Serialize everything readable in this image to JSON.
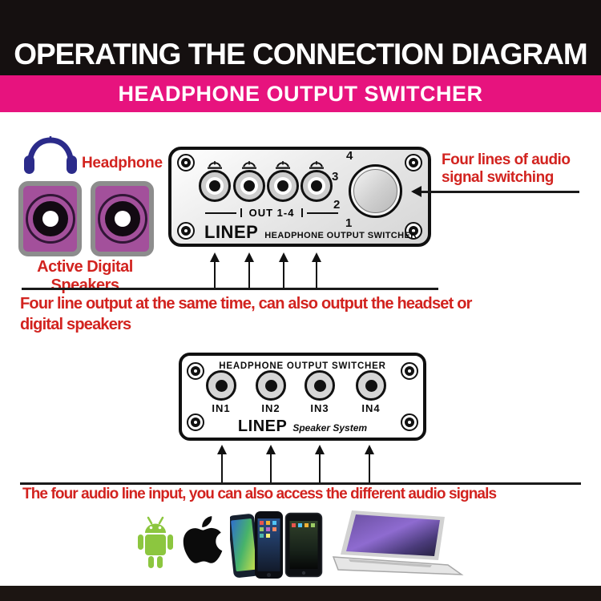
{
  "header": {
    "title": "OPERATING THE CONNECTION DIAGRAM",
    "subtitle": "HEADPHONE OUTPUT SWITCHER"
  },
  "section1": {
    "headphone_label": "Headphone",
    "speakers_label": "Active Digital Speakers",
    "device": {
      "brand": "LINEP",
      "name": "HEADPHONE OUTPUT SWITCHER",
      "out_label": "OUT 1-4",
      "knob_positions": [
        "4",
        "3",
        "2",
        "1"
      ]
    },
    "knob_note": "Four lines of audio signal switching",
    "caption": "Four line output at the same time, can also output the headset or digital speakers"
  },
  "section2": {
    "device": {
      "title": "HEADPHONE OUTPUT SWITCHER",
      "inputs": [
        "IN1",
        "IN2",
        "IN3",
        "IN4"
      ],
      "brand": "LINEP",
      "tagline": "Speaker System"
    },
    "caption": "The four audio line input, you can also access the different audio signals",
    "source_icons": [
      "android-icon",
      "apple-icon",
      "smartphones-icon",
      "tablet-icon",
      "laptop-icon"
    ]
  },
  "colors": {
    "header_pink": "#E7137E",
    "annotation_red": "#D2231F",
    "headphone_navy": "#2B2B8A",
    "speaker_purple": "#A3509B",
    "android_green": "#8CC63F"
  }
}
